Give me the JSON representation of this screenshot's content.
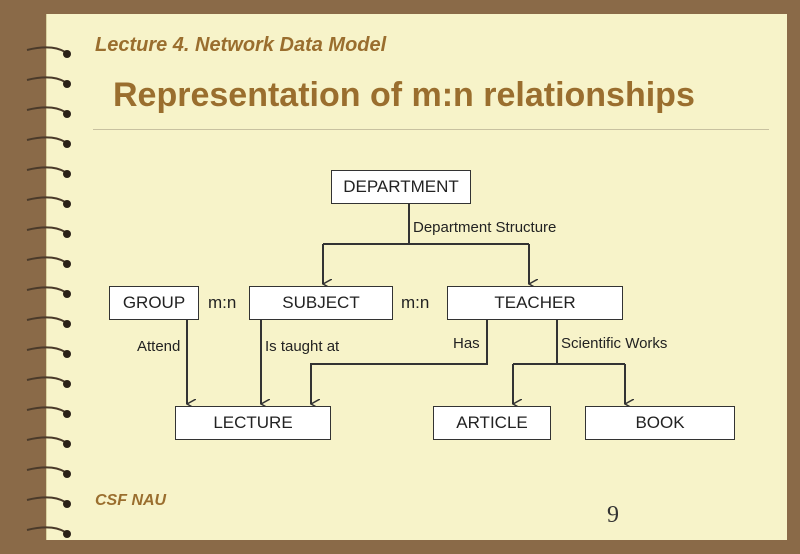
{
  "slide": {
    "subtitle": "Lecture 4. Network Data Model",
    "title": "Representation of m:n relationships",
    "footer": "CSF NAU",
    "page_number": "9"
  },
  "diagram": {
    "boxes": {
      "department": "DEPARTMENT",
      "group": "GROUP",
      "subject": "SUBJECT",
      "teacher": "TEACHER",
      "lecture": "LECTURE",
      "article": "ARTICLE",
      "book": "BOOK"
    },
    "relations": {
      "mn_left": "m:n",
      "mn_right": "m:n",
      "department_structure": "Department Structure",
      "attend": "Attend",
      "is_taught_at": "Is taught at",
      "has": "Has",
      "scientific_works": "Scientific Works"
    }
  },
  "colors": {
    "background": "#8a6a48",
    "page": "#f7f3c9",
    "heading": "#9a6e2e"
  }
}
